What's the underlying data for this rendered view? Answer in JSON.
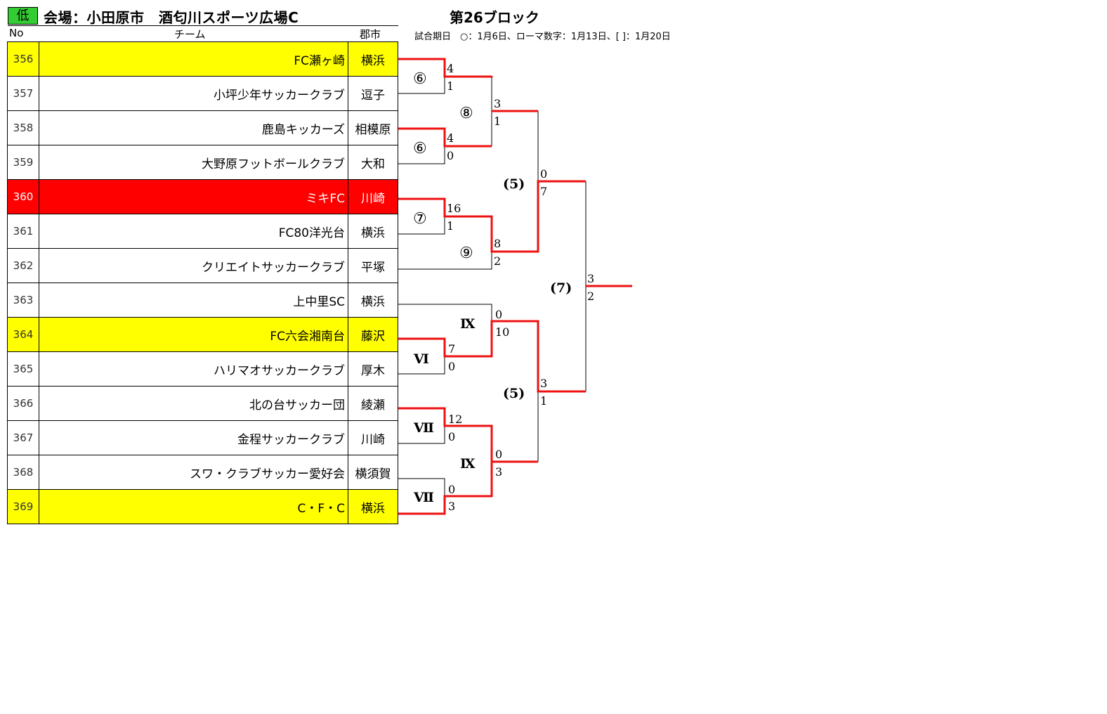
{
  "header": {
    "level_badge": "低",
    "venue": "会場：小田原市　酒匂川スポーツ広場C",
    "block_title": "第26ブロック",
    "col_no": "No",
    "col_team": "チーム",
    "col_city": "郡市",
    "schedule_note": "試合期日　○：1月6日、ローマ数字：1月13日、[ ]：1月20日"
  },
  "colors": {
    "yellow_highlight": "#ffff00",
    "red_highlight": "#ff0000",
    "winner_line": "#ee1111",
    "level_badge": "#33cc33"
  },
  "teams": [
    {
      "no": "356",
      "name": "FC瀬ヶ崎",
      "city": "横浜",
      "highlight": "yellow"
    },
    {
      "no": "357",
      "name": "小坪少年サッカークラブ",
      "city": "逗子",
      "highlight": ""
    },
    {
      "no": "358",
      "name": "鹿島キッカーズ",
      "city": "相模原",
      "highlight": ""
    },
    {
      "no": "359",
      "name": "大野原フットボールクラブ",
      "city": "大和",
      "highlight": ""
    },
    {
      "no": "360",
      "name": "ミキFC",
      "city": "川崎",
      "highlight": "red"
    },
    {
      "no": "361",
      "name": "FC80洋光台",
      "city": "横浜",
      "highlight": ""
    },
    {
      "no": "362",
      "name": "クリエイトサッカークラブ",
      "city": "平塚",
      "highlight": ""
    },
    {
      "no": "363",
      "name": "上中里SC",
      "city": "横浜",
      "highlight": ""
    },
    {
      "no": "364",
      "name": "FC六会湘南台",
      "city": "藤沢",
      "highlight": "yellow"
    },
    {
      "no": "365",
      "name": "ハリマオサッカークラブ",
      "city": "厚木",
      "highlight": ""
    },
    {
      "no": "366",
      "name": "北の台サッカー団",
      "city": "綾瀬",
      "highlight": ""
    },
    {
      "no": "367",
      "name": "金程サッカークラブ",
      "city": "川崎",
      "highlight": ""
    },
    {
      "no": "368",
      "name": "スワ・クラブサッカー愛好会",
      "city": "横須賀",
      "highlight": ""
    },
    {
      "no": "369",
      "name": "C・F・C",
      "city": "横浜",
      "highlight": "yellow"
    }
  ],
  "bracket": {
    "match_labels": [
      "⑥",
      "⑥",
      "⑦",
      "⑧",
      "⑨",
      "(5)",
      "(5)",
      "(7)",
      "Ⅵ",
      "Ⅶ",
      "Ⅶ",
      "Ⅸ",
      "Ⅸ"
    ],
    "scores": [
      "4",
      "1",
      "4",
      "0",
      "16",
      "1",
      "3",
      "1",
      "8",
      "2",
      "0",
      "7",
      "7",
      "0",
      "0",
      "10",
      "12",
      "0",
      "0",
      "3",
      "0",
      "3",
      "3",
      "1",
      "3",
      "2"
    ]
  }
}
